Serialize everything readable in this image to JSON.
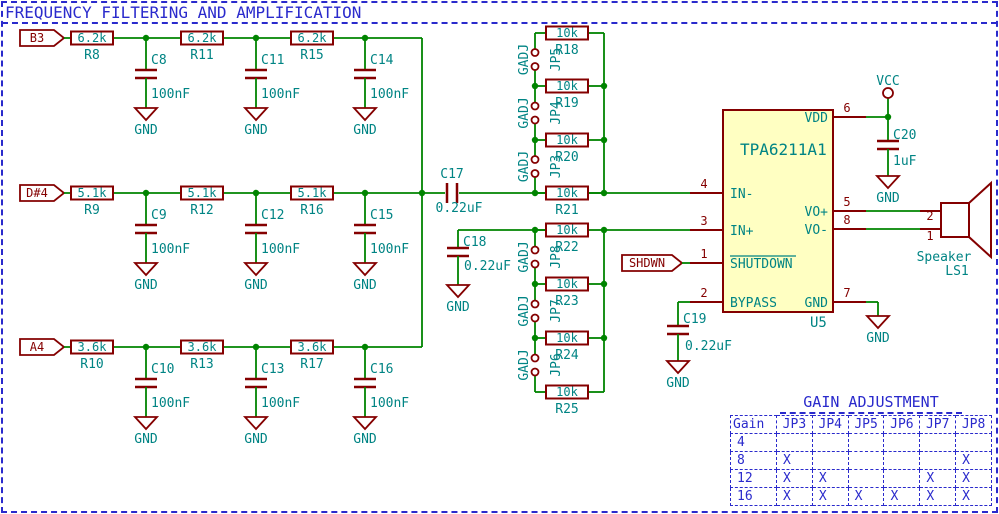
{
  "sheet": {
    "title": "FREQUENCY FILTERING AND AMPLIFICATION"
  },
  "colors": {
    "wire": "#008400",
    "component": "#840000",
    "field": "#008484",
    "notes": "#2A2ACC",
    "ic_fill": "#FFFFC2"
  },
  "filters": {
    "gnd_label": "GND",
    "rows": [
      {
        "input": "B3",
        "r_value": "6.2k",
        "resistors": [
          "R8",
          "R11",
          "R15"
        ],
        "caps": [
          "C8",
          "C11",
          "C14"
        ],
        "cap_value": "100nF"
      },
      {
        "input": "D#4",
        "r_value": "5.1k",
        "resistors": [
          "R9",
          "R12",
          "R16"
        ],
        "caps": [
          "C9",
          "C12",
          "C15"
        ],
        "cap_value": "100nF"
      },
      {
        "input": "A4",
        "r_value": "3.6k",
        "resistors": [
          "R10",
          "R13",
          "R17"
        ],
        "caps": [
          "C10",
          "C13",
          "C16"
        ],
        "cap_value": "100nF"
      }
    ]
  },
  "coupling": {
    "c17": {
      "ref": "C17",
      "value": "0.22uF"
    },
    "c18": {
      "ref": "C18",
      "value": "0.22uF"
    }
  },
  "ladder": {
    "value": "10k",
    "jumper_value": "GADJ",
    "top_resistors": [
      "R18",
      "R19",
      "R20",
      "R21"
    ],
    "bottom_resistors": [
      "R22",
      "R23",
      "R24",
      "R25"
    ],
    "top_jumpers": [
      "JP5",
      "JP4",
      "JP3"
    ],
    "bottom_jumpers": [
      "JP8",
      "JP7",
      "JP6"
    ]
  },
  "ic": {
    "value": "TPA6211A1",
    "ref": "U5",
    "pins_left": [
      {
        "num": "4",
        "name": "IN-"
      },
      {
        "num": "3",
        "name": "IN+"
      },
      {
        "num": "1",
        "name": "SHUTDOWN"
      },
      {
        "num": "2",
        "name": "BYPASS"
      }
    ],
    "pins_right": [
      {
        "num": "6",
        "name": "VDD"
      },
      {
        "num": "5",
        "name": "VO+"
      },
      {
        "num": "8",
        "name": "VO-"
      },
      {
        "num": "7",
        "name": "GND"
      }
    ]
  },
  "shutdown_flag": "SHDWN",
  "power": {
    "vcc": "VCC",
    "gnd": "GND",
    "c19": {
      "ref": "C19",
      "value": "0.22uF"
    },
    "c20": {
      "ref": "C20",
      "value": "1uF"
    }
  },
  "speaker": {
    "name": "Speaker",
    "ref": "LS1",
    "pin_top": "2",
    "pin_bottom": "1"
  },
  "gain_table": {
    "title": "GAIN ADJUSTMENT",
    "headers": [
      "Gain",
      "JP3",
      "JP4",
      "JP5",
      "JP6",
      "JP7",
      "JP8"
    ],
    "rows": [
      {
        "gain": "4",
        "marks": [
          "",
          "",
          "",
          "",
          "",
          ""
        ]
      },
      {
        "gain": "8",
        "marks": [
          "X",
          "",
          "",
          "",
          "",
          "X"
        ]
      },
      {
        "gain": "12",
        "marks": [
          "X",
          "X",
          "",
          "",
          "X",
          "X"
        ]
      },
      {
        "gain": "16",
        "marks": [
          "X",
          "X",
          "X",
          "X",
          "X",
          "X"
        ]
      }
    ]
  }
}
